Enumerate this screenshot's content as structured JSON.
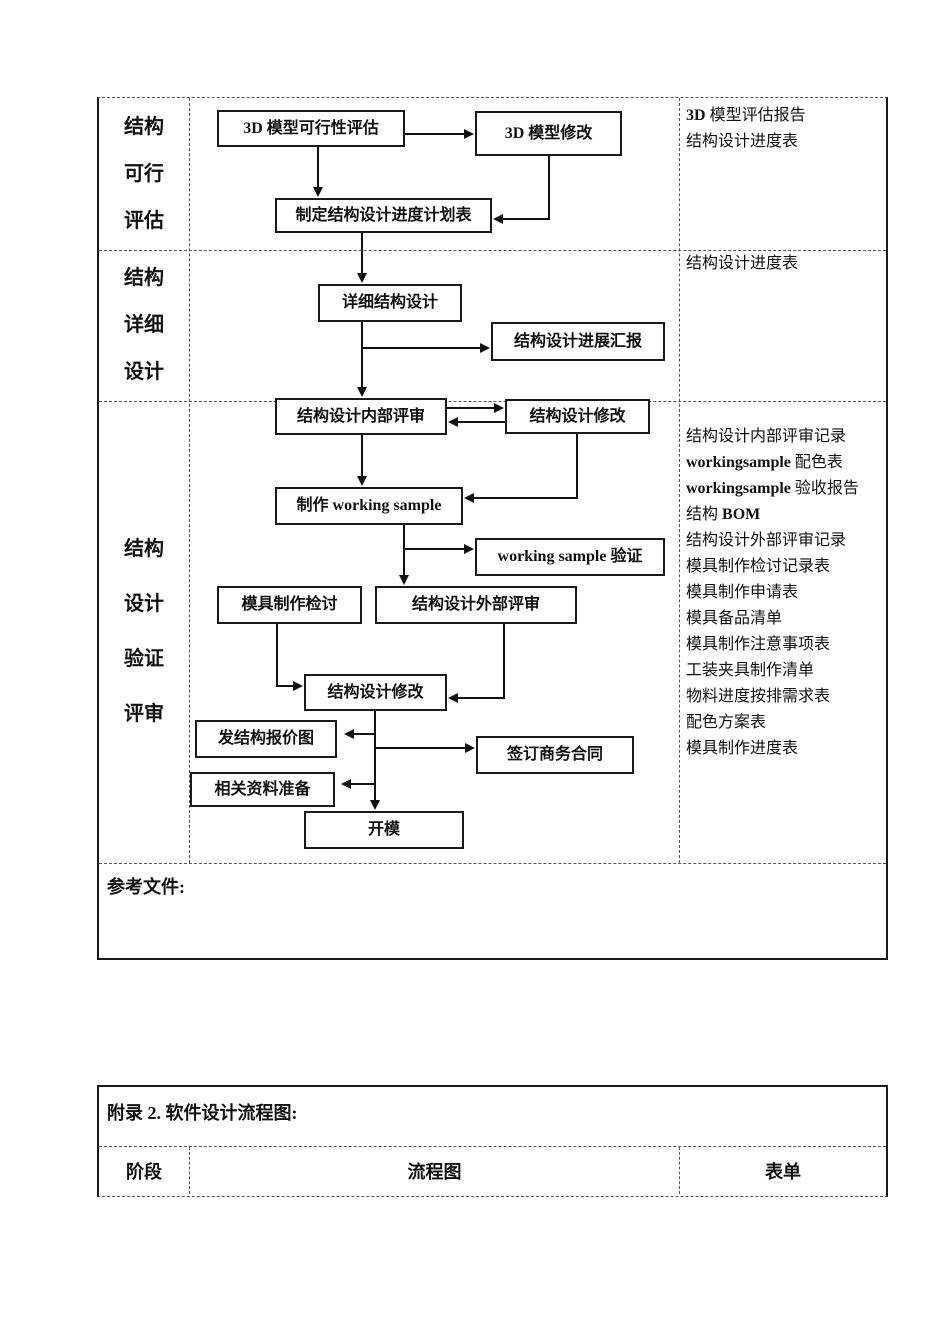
{
  "table1": {
    "rows": [
      {
        "stage_lines": [
          "结构",
          "可行",
          "评估"
        ],
        "forms": [
          "3D 模型评估报告",
          "结构设计进度表"
        ]
      },
      {
        "stage_lines": [
          "结构",
          "详细",
          "设计"
        ],
        "forms": [
          "结构设计进度表"
        ]
      },
      {
        "stage_lines": [
          "结构",
          "设计",
          "验证",
          "评审"
        ],
        "forms": [
          "结构设计内部评审记录",
          "workingsample 配色表",
          "workingsample 验收报告",
          "结构 BOM",
          "结构设计外部评审记录",
          "模具制作检讨记录表",
          "模具制作申请表",
          "模具备品清单",
          "模具制作注意事项表",
          "工装夹具制作清单",
          "物料进度按排需求表",
          "配色方案表",
          "模具制作进度表"
        ]
      }
    ],
    "reference_label": "参考文件:"
  },
  "flowchart": {
    "nodes": {
      "eval_3d": {
        "label": "3D 模型可行性评估"
      },
      "modify_3d": {
        "label": "3D 模型修改"
      },
      "plan_table": {
        "label": "制定结构设计进度计划表"
      },
      "detail_design": {
        "label": "详细结构设计"
      },
      "progress_report": {
        "label": "结构设计进展汇报"
      },
      "internal_review": {
        "label": "结构设计内部评审"
      },
      "design_modify_a": {
        "label": "结构设计修改"
      },
      "make_sample": {
        "label": "制作 working sample"
      },
      "sample_verify": {
        "label": "working sample 验证"
      },
      "mold_review": {
        "label": "模具制作检讨"
      },
      "external_review": {
        "label": "结构设计外部评审"
      },
      "design_modify_b": {
        "label": "结构设计修改"
      },
      "quote_drawing": {
        "label": "发结构报价图"
      },
      "contract": {
        "label": "签订商务合同"
      },
      "material_prep": {
        "label": "相关资料准备"
      },
      "open_mold": {
        "label": "开模"
      }
    }
  },
  "appendix2": {
    "title": "附录 2. 软件设计流程图:",
    "headers": {
      "stage": "阶段",
      "flowchart": "流程图",
      "form": "表单"
    }
  },
  "colors": {
    "ink": "#111111",
    "grid_dash": "#555555"
  }
}
